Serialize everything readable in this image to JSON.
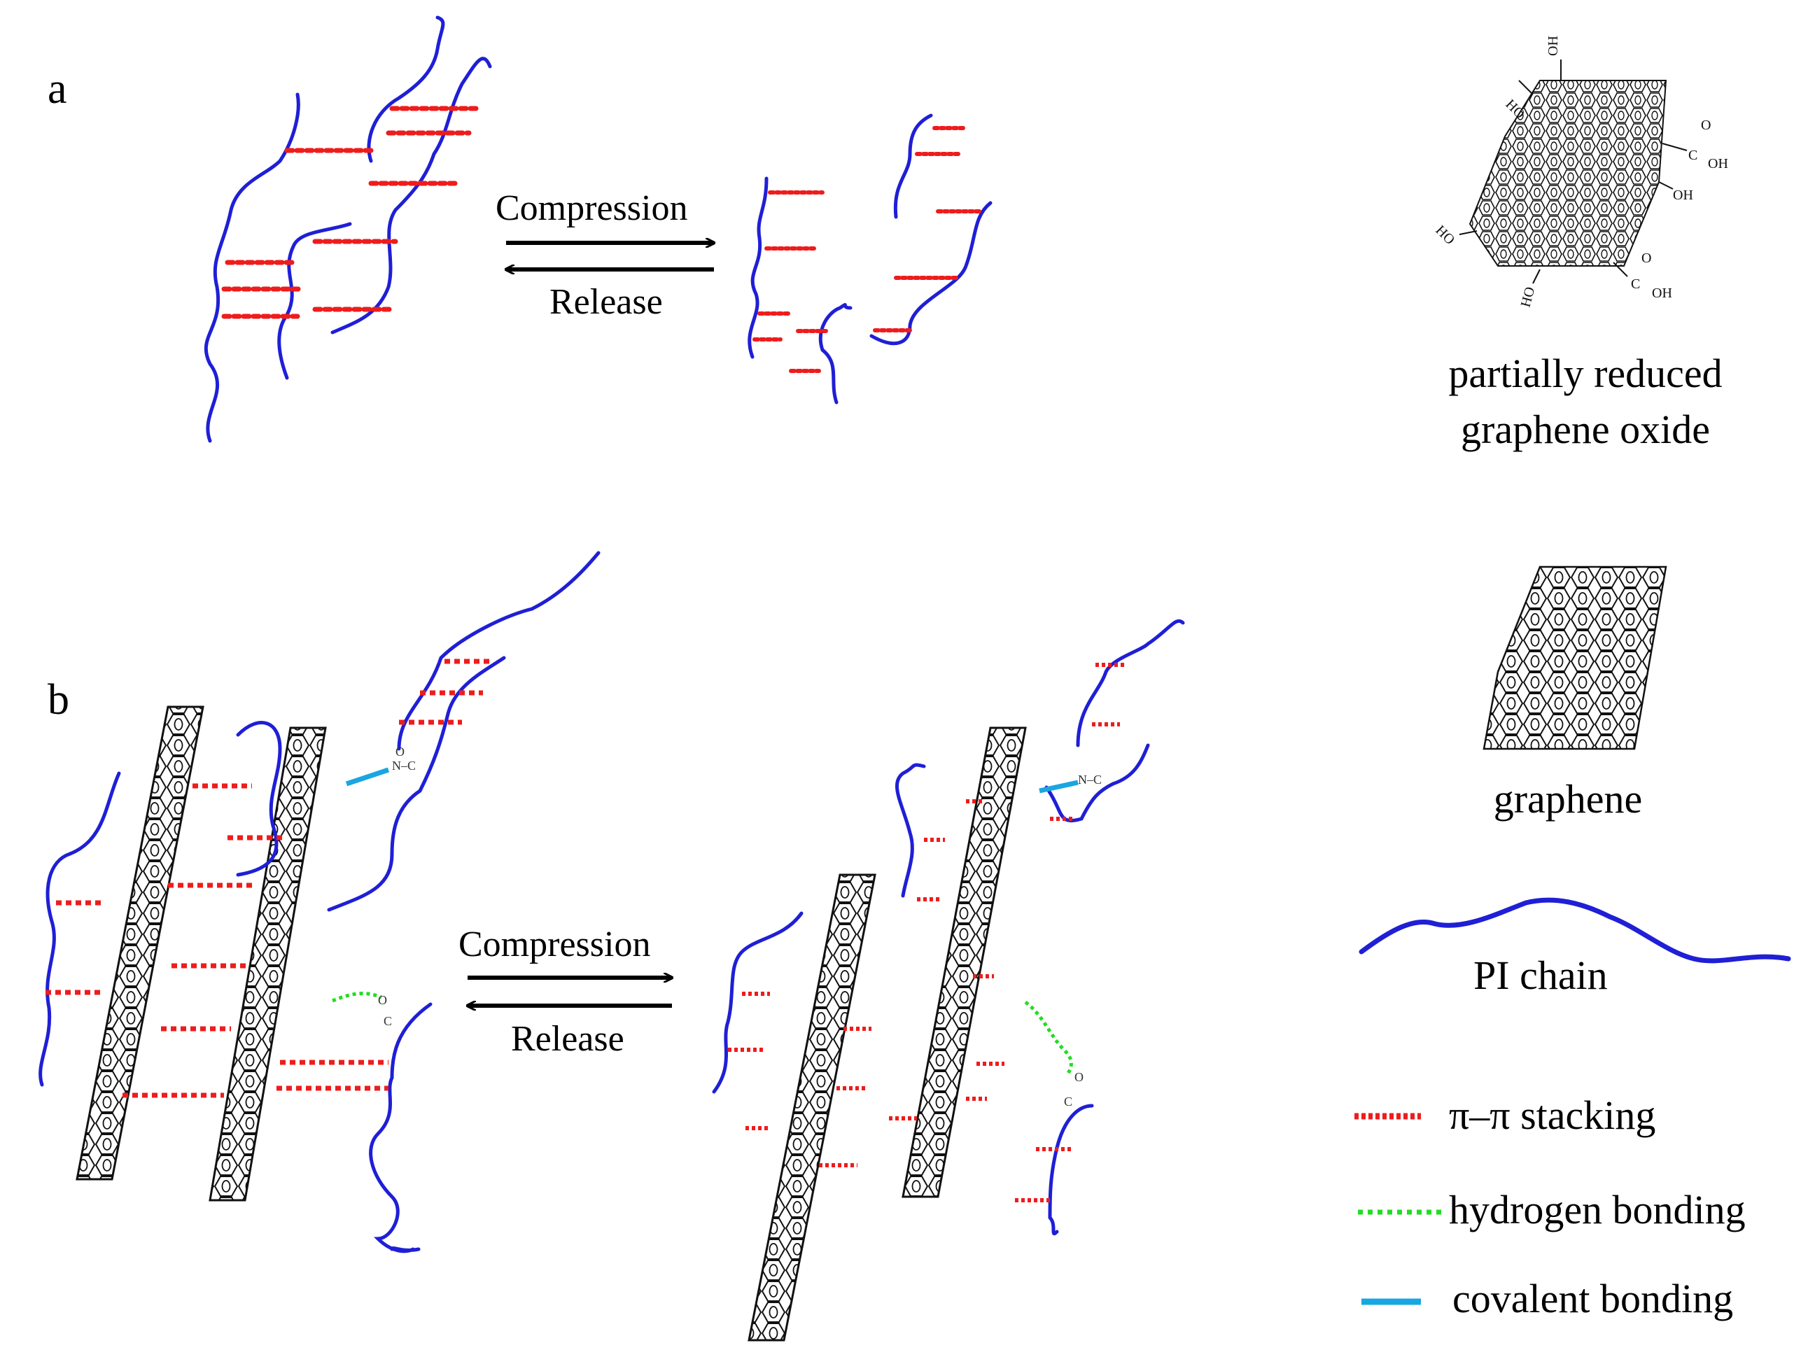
{
  "panels": {
    "a": {
      "letter": "a",
      "forward_label": "Compression",
      "reverse_label": "Release"
    },
    "b": {
      "letter": "b",
      "forward_label": "Compression",
      "reverse_label": "Release"
    }
  },
  "molecules": {
    "prgo_name_line1": "partially reduced",
    "prgo_name_line2": "graphene oxide",
    "prgo_groups": {
      "hydroxyl_left": "HO",
      "hydroxyl_right": "OH",
      "carboxyl_oxygen": "O",
      "carboxyl_carbon": "C",
      "carboxyl_oh": "OH"
    },
    "graphene_name": "graphene"
  },
  "legend": {
    "pi_chain": "PI chain",
    "pi_stacking": "π–π stacking",
    "hydrogen_bonding": "hydrogen bonding",
    "covalent_bonding": "covalent bonding"
  },
  "colors": {
    "pi_chain": "#1f1fd6",
    "pi_stacking": "#ee1c1c",
    "hydrogen_bonding": "#22dd22",
    "covalent_bonding": "#1aa6e0",
    "sheet_line": "#111111"
  }
}
